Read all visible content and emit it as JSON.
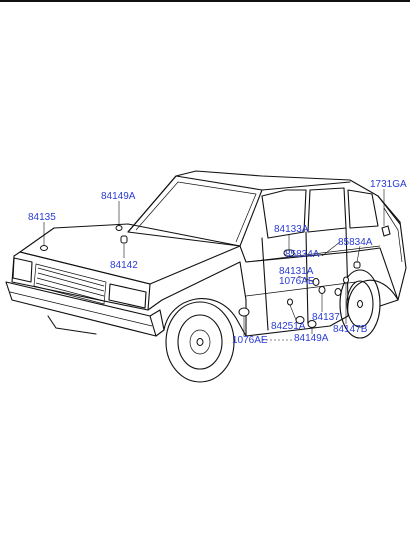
{
  "diagram": {
    "labels": [
      "84149A",
      "84135",
      "84142",
      "1731GA",
      "84133A",
      "85834A",
      "85834A",
      "84131A",
      "1076AE",
      "84251A",
      "84137",
      "84147B",
      "1076AE",
      "84149A"
    ]
  }
}
